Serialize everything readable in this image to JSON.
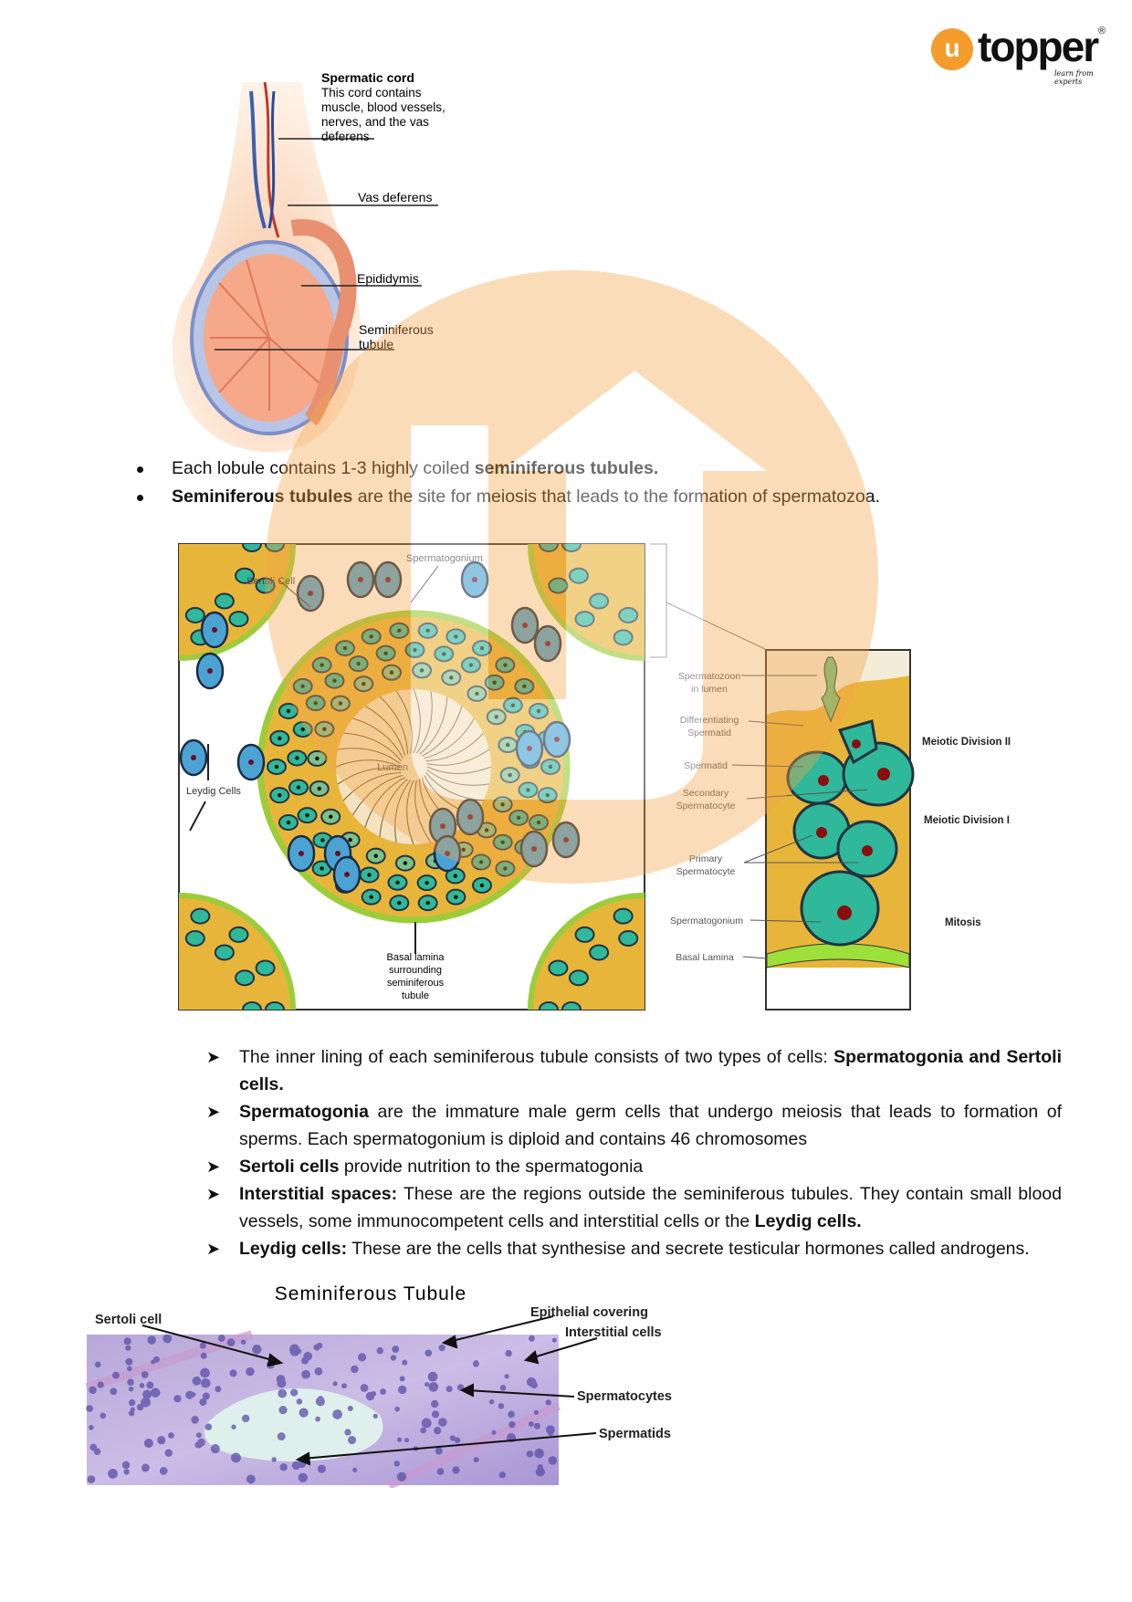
{
  "logo": {
    "icon_letter": "u",
    "word": "topper",
    "registered": "®",
    "tagline": "learn from experts",
    "brand_color": "#f39c2c"
  },
  "figure1": {
    "labels": {
      "spermatic_cord_title": "Spermatic cord",
      "spermatic_cord_desc": [
        "This cord contains",
        "muscle, blood vessels,",
        "nerves, and the vas",
        "deferens"
      ],
      "vas_deferens": "Vas deferens",
      "epididymis": "Epididymis",
      "seminiferous_tubule": [
        "Seminiferous",
        "tubule"
      ]
    }
  },
  "bullets": [
    {
      "pre": "Each lobule contains 1-3 highly coiled ",
      "bold": "seminiferous tubules.",
      "post": ""
    },
    {
      "pre": "",
      "bold": "Seminiferous tubules",
      "post": " are the site for meiosis that leads to the formation of spermatozoa."
    }
  ],
  "figure2": {
    "left_labels": {
      "spermatogonium": "Spermatogonium",
      "sertoli_cell": "Sertoli Cell",
      "lumen": "Lumen",
      "leydig_cells": "Leydig Cells",
      "basal_lamina": [
        "Basal lamina",
        "surrounding",
        "seminiferous",
        "tubule"
      ]
    },
    "right_labels": {
      "spermatozoon": [
        "Spermatozoon",
        "in lumen"
      ],
      "differentiating_spermatid": [
        "Differentiating",
        "Spermatid"
      ],
      "spermatid": "Spermatid",
      "secondary_spermatocyte": [
        "Secondary",
        "Spermatocyte"
      ],
      "primary_spermatocyte": [
        "Primary",
        "Spermatocyte"
      ],
      "spermatogonium": "Spermatogonium",
      "basal_lamina": "Basal Lamina"
    },
    "stages": {
      "meiotic_2": "Meiotic Division II",
      "meiotic_1": "Meiotic Division I",
      "mitosis": "Mitosis"
    }
  },
  "arrow_points": [
    {
      "pre": "The inner lining of each seminiferous tubule consists of two types of cells: ",
      "bold": "Spermatogonia and Sertoli cells.",
      "post": ""
    },
    {
      "pre": "",
      "bold": "Spermatogonia",
      "post": " are the immature male germ cells that undergo meiosis that leads to formation of sperms. Each spermatogonium is diploid and contains 46 chromosomes"
    },
    {
      "pre": "",
      "bold": "Sertoli cells",
      "post": " provide nutrition to the spermatogonia"
    },
    {
      "pre": "",
      "bold": "Interstitial spaces:",
      "post": " These are the regions outside the seminiferous tubules. They contain small blood vessels, some immunocompetent cells and interstitial cells or the ",
      "bold2": "Leydig cells."
    },
    {
      "pre": "",
      "bold": "Leydig cells:",
      "post": " These are the cells that synthesise and secrete testicular hormones called androgens."
    }
  ],
  "figure3": {
    "title": "Seminiferous Tubule",
    "labels": {
      "sertoli_cell": "Sertoli cell",
      "epithelial_covering": "Epithelial covering",
      "interstitial_cells": "Interstitial cells",
      "spermatocytes": "Spermatocytes",
      "spermatids": "Spermatids"
    }
  }
}
